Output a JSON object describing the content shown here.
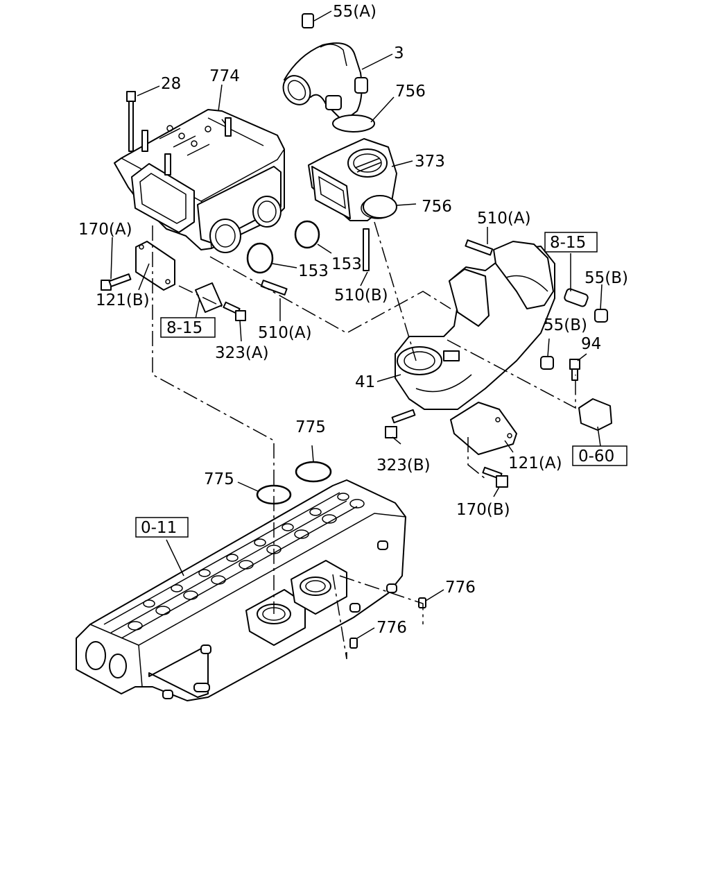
{
  "callouts": {
    "c55a": "55(A)",
    "c3": "3",
    "c756_top": "756",
    "c28": "28",
    "c774": "774",
    "c373": "373",
    "c756_mid": "756",
    "c170a": "170(A)",
    "c153a": "153",
    "c153b": "153",
    "c510a_top": "510(A)",
    "c121b": "121(B)",
    "c510b": "510(B)",
    "c55b_right": "55(B)",
    "c323a": "323(A)",
    "c510a_mid": "510(A)",
    "c55b_mid": "55(B)",
    "c94": "94",
    "c41": "41",
    "c775_right": "775",
    "c323b": "323(B)",
    "c121a": "121(A)",
    "c775_left": "775",
    "c170b": "170(B)",
    "c776_right": "776",
    "c776_left": "776"
  },
  "refs": {
    "r815_right": "8-15",
    "r815_left": "8-15",
    "r060": "0-60",
    "r011": "0-11"
  }
}
